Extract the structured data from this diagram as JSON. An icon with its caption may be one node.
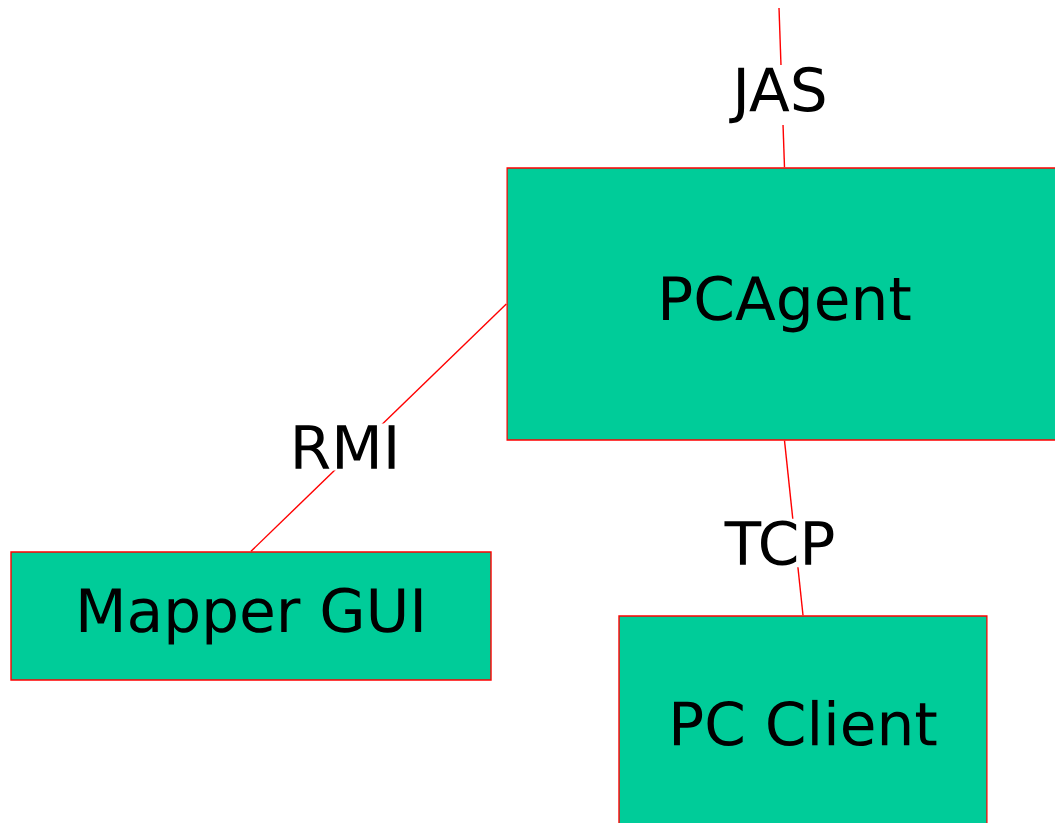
{
  "diagram": {
    "nodes": [
      {
        "text": [
          "PCAgent"
        ]
      },
      {
        "text": [
          "Mapper GUI"
        ]
      },
      {
        "text": [
          "PC Client"
        ]
      }
    ],
    "edges": [
      {
        "from": null,
        "to": 0,
        "arrow": "none",
        "label": "JAS"
      },
      {
        "from": 0,
        "to": 1,
        "arrow": "none",
        "label": "RMI"
      },
      {
        "from": 0,
        "to": 2,
        "arrow": "none",
        "label": "TCP"
      }
    ]
  }
}
